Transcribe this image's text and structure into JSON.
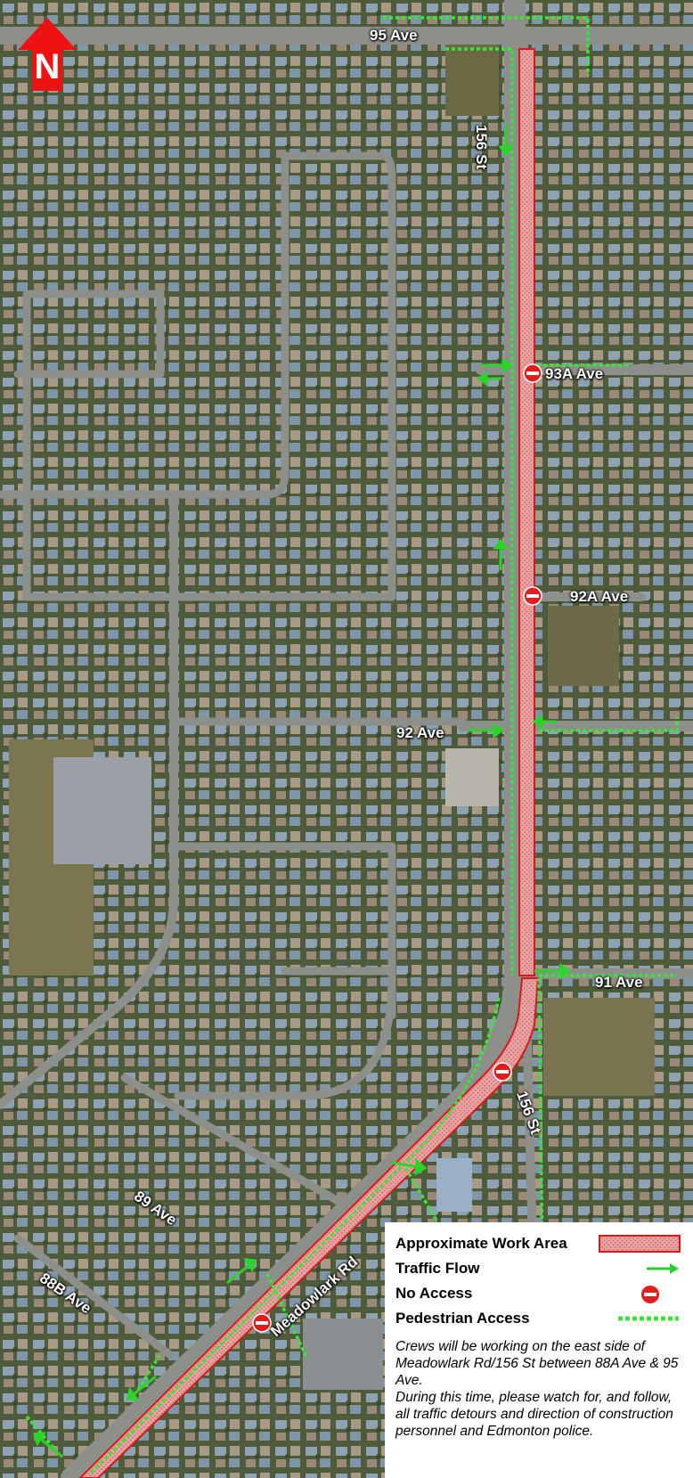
{
  "map": {
    "north_label": "N",
    "streets": [
      {
        "id": "95-ave",
        "label": "95 Ave"
      },
      {
        "id": "156-st-north",
        "label": "156 St"
      },
      {
        "id": "93a-ave",
        "label": "93A Ave"
      },
      {
        "id": "92a-ave",
        "label": "92A Ave"
      },
      {
        "id": "92-ave",
        "label": "92 Ave"
      },
      {
        "id": "91-ave",
        "label": "91 Ave"
      },
      {
        "id": "156-st-south",
        "label": "156 St"
      },
      {
        "id": "89-ave",
        "label": "89 Ave"
      },
      {
        "id": "88b-ave",
        "label": "88B Ave"
      },
      {
        "id": "meadowlark-rd",
        "label": "Meadowlark Rd"
      }
    ]
  },
  "legend": {
    "items": [
      {
        "label": "Approximate Work Area",
        "symbol": "work-area"
      },
      {
        "label": "Traffic Flow",
        "symbol": "traffic-flow"
      },
      {
        "label": "No Access",
        "symbol": "no-access"
      },
      {
        "label": "Pedestrian Access",
        "symbol": "pedestrian-access"
      }
    ],
    "note_1": "Crews will be working on the east side of Meadowlark Rd/156 St between 88A Ave & 95 Ave.",
    "note_2": "During this time, please watch for, and follow, all traffic detours and direction of construction personnel and Edmonton police."
  },
  "colors": {
    "work_area_fill": "#e9a3a3",
    "work_area_outline": "#d41b1b",
    "traffic_flow": "#2bd42b",
    "pedestrian_access": "#39e639",
    "no_access": "#e31c1c",
    "north_arrow": "#ee1111",
    "road": "#8d8f8a",
    "vegetation": "#4f5f3c"
  }
}
